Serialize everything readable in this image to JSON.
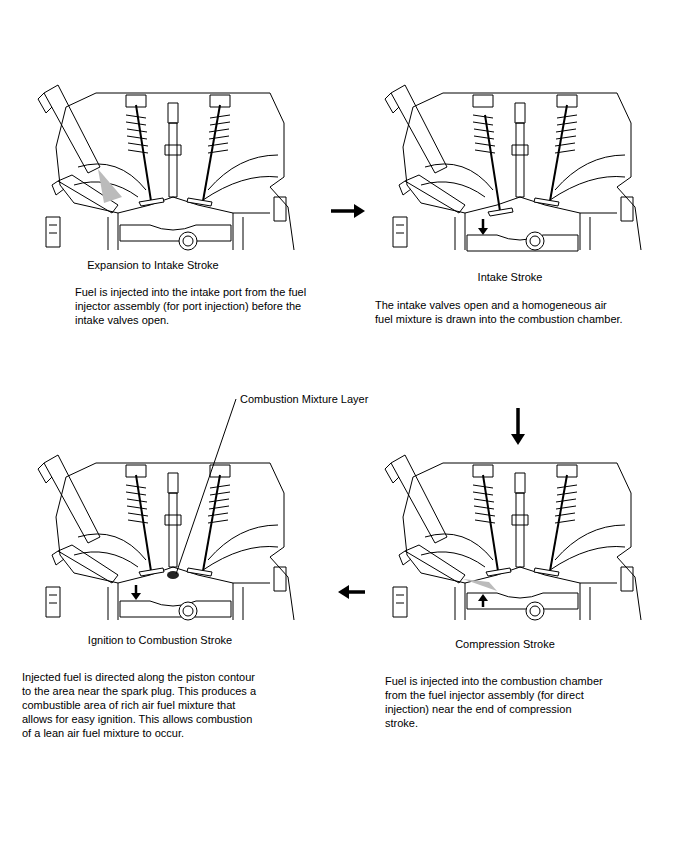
{
  "diagram": {
    "nodes": [
      {
        "text": [
          "Expansion to Intake Stroke",
          "Fuel is injected into the intake port from the fuel injector assembly (for port injection) before the intake valves open."
        ]
      },
      {
        "text": [
          "Intake Stroke",
          "The intake valves open and a homogeneous air fuel mixture is drawn into the combustion chamber."
        ]
      },
      {
        "text": [
          "Ignition to Combustion Stroke",
          "Injected fuel is directed along the piston contour to the area near the spark plug. This produces a combustible area of rich air fuel mixture that allows for easy ignition. This allows combustion of a lean air fuel mixture to occur."
        ]
      },
      {
        "text": [
          "Compression Stroke",
          "Fuel is injected into the combustion chamber from the fuel injector assembly (for direct injection) near the end of compression stroke."
        ]
      }
    ],
    "edges": [
      {
        "from": 0,
        "to": 1,
        "arrow": "to"
      },
      {
        "from": 1,
        "to": 3,
        "arrow": "to"
      },
      {
        "from": 3,
        "to": 2,
        "arrow": "to"
      }
    ],
    "labels": [
      "Combustion Mixture Layer"
    ]
  }
}
